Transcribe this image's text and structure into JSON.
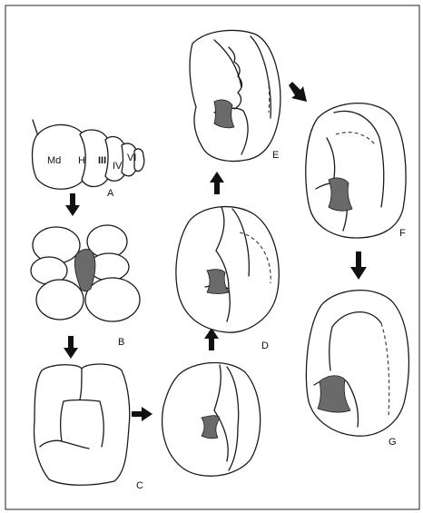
{
  "figure": {
    "segment_labels": {
      "md": "Md",
      "h": "H",
      "iii": "III",
      "iv": "IV",
      "vi": "VI"
    },
    "panel_labels": {
      "a": "A",
      "b": "B",
      "c": "C",
      "d": "D",
      "e": "E",
      "f": "F",
      "g": "G"
    }
  }
}
